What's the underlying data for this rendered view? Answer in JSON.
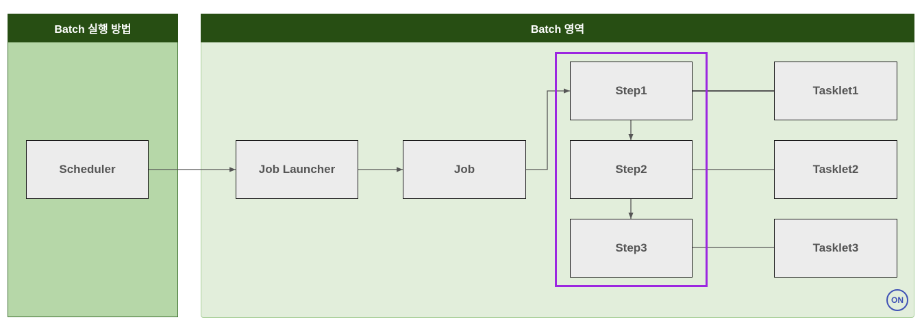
{
  "panels": {
    "left_title": "Batch 실행 방법",
    "right_title": "Batch 영역"
  },
  "nodes": {
    "scheduler": "Scheduler",
    "job_launcher": "Job Launcher",
    "job": "Job",
    "step1": "Step1",
    "step2": "Step2",
    "step3": "Step3",
    "tasklet1": "Tasklet1",
    "tasklet2": "Tasklet2",
    "tasklet3": "Tasklet3"
  },
  "badge": "ON",
  "colors": {
    "header": "#274e13",
    "left_panel": "#b6d7a8",
    "right_panel": "#e2eedb",
    "highlight": "#9c27e0",
    "badge": "#3f51b5"
  }
}
